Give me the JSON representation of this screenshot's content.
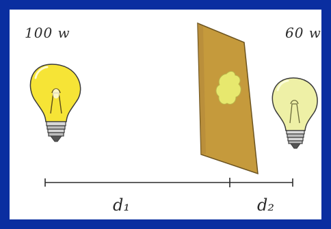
{
  "bulbs": {
    "left": {
      "power_label": "100 w",
      "icon": "lightbulb-bright",
      "glass_color": "#f6e436"
    },
    "right": {
      "power_label": "60 w",
      "icon": "lightbulb-dim",
      "glass_color": "#eef0a6"
    }
  },
  "screen": {
    "icon": "paper-screen-with-grease-spot",
    "paper_color": "#c59a3c",
    "spot_color": "#e7e86e"
  },
  "distances": {
    "d1_label": "d₁",
    "d2_label": "d₂"
  },
  "colors": {
    "background_frame": "#0a2ea0",
    "panel": "#ffffff",
    "ink": "#2a2a2a"
  }
}
